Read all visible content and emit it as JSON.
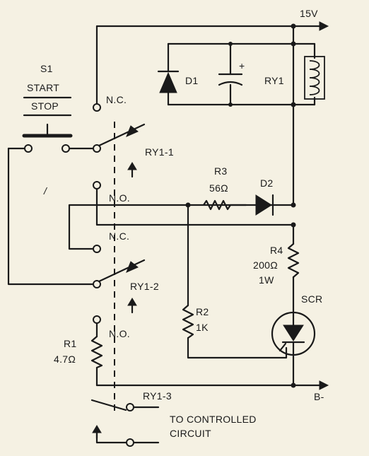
{
  "labels": {
    "supply": "15V",
    "ground": "B-",
    "s1": "S1",
    "s1_start": "START",
    "s1_stop": "STOP",
    "d1": "D1",
    "cap_polarity": "+",
    "ry1": "RY1",
    "ry1_1": "RY1-1",
    "ry1_2": "RY1-2",
    "ry1_3": "RY1-3",
    "nc_1": "N.C.",
    "no_1": "N.O.",
    "nc_2": "N.C.",
    "no_2": "N.O.",
    "r3_name": "R3",
    "r3_value": "56Ω",
    "d2": "D2",
    "r4_name": "R4",
    "r4_value": "200Ω",
    "r4_power": "1W",
    "scr": "SCR",
    "r2_name": "R2",
    "r2_value": "1K",
    "r1_name": "R1",
    "r1_value": "4.7Ω",
    "controlled_1": "TO CONTROLLED",
    "controlled_2": "CIRCUIT",
    "mark": "/"
  },
  "colors": {
    "background": "#f5f1e3",
    "ink": "#1a1a1a"
  }
}
